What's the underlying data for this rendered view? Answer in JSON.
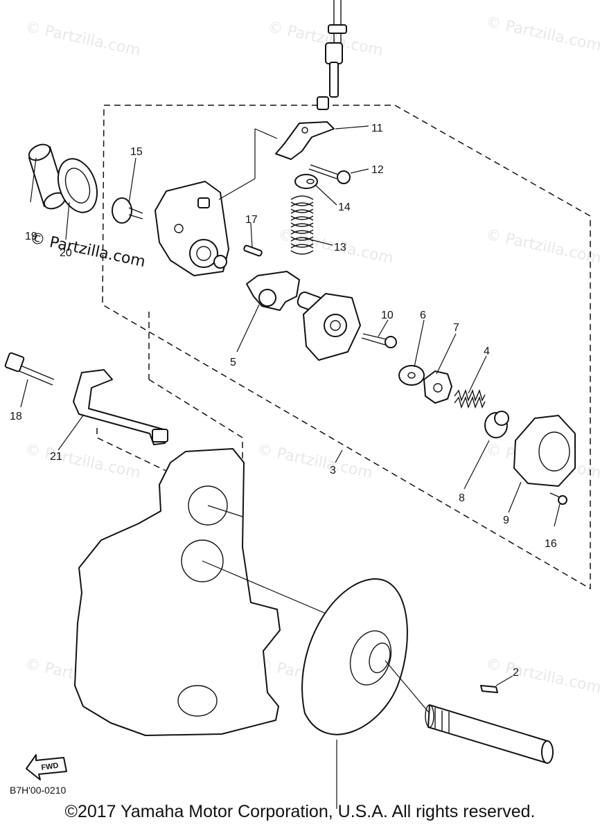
{
  "watermark": {
    "text": "© Partzilla.com",
    "prominent_text": "© Partzilla.com"
  },
  "callouts": {
    "c1": "11",
    "c2": "12",
    "c3": "15",
    "c4": "14",
    "c5": "13",
    "c6": "17",
    "c7": "10",
    "c8": "6",
    "c9": "7",
    "c10": "4",
    "c11": "5",
    "c12": "18",
    "c13": "21",
    "c14": "3",
    "c15": "8",
    "c16": "9",
    "c17": "16",
    "c18": "2",
    "c19": "19",
    "c20": "20"
  },
  "direction_label": "FWD",
  "reference_code": "B7H'00-0210",
  "copyright": "©2017  Yamaha Motor Corporation, U.S.A. All rights reserved."
}
